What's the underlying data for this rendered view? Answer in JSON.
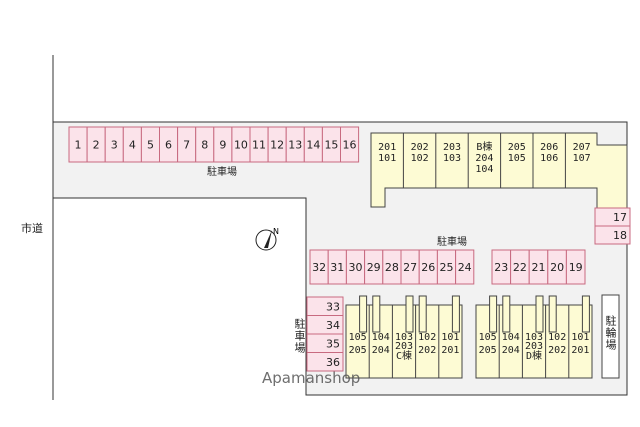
{
  "road_label": "市道",
  "parking_label_top": "駐車場",
  "parking_label_middle": "駐車場",
  "parking_label_left": "駐車場",
  "bike_parking_label": "駐輪場",
  "watermark": "Apamanshop",
  "parking": {
    "top_row": [
      "1",
      "2",
      "3",
      "4",
      "5",
      "6",
      "7",
      "8",
      "9",
      "10",
      "11",
      "12",
      "13",
      "14",
      "15",
      "16"
    ],
    "right_column": [
      "17",
      "18"
    ],
    "middle_row_a": [
      "32",
      "31",
      "30",
      "29",
      "28",
      "27",
      "26",
      "25",
      "24"
    ],
    "middle_row_b": [
      "23",
      "22",
      "21",
      "20",
      "19"
    ],
    "left_column": [
      "33",
      "34",
      "35",
      "36"
    ]
  },
  "building_b": {
    "name": "B棟",
    "units": [
      [
        "201",
        "101"
      ],
      [
        "202",
        "102"
      ],
      [
        "203",
        "103"
      ],
      [
        "204",
        "104"
      ],
      [
        "205",
        "105"
      ],
      [
        "206",
        "106"
      ],
      [
        "207",
        "107"
      ]
    ]
  },
  "building_c": {
    "name": "C棟",
    "units": [
      [
        "105",
        "205"
      ],
      [
        "104",
        "204"
      ],
      [
        "103",
        "203"
      ],
      [
        "102",
        "202"
      ],
      [
        "101",
        "201"
      ]
    ]
  },
  "building_d": {
    "name": "D棟",
    "units": [
      [
        "105",
        "205"
      ],
      [
        "104",
        "204"
      ],
      [
        "103",
        "203"
      ],
      [
        "102",
        "202"
      ],
      [
        "101",
        "201"
      ]
    ]
  },
  "colors": {
    "parking_fill": "#fbe3ea",
    "parking_stroke": "#c86a80",
    "building_fill": "#fdfbd4"
  }
}
